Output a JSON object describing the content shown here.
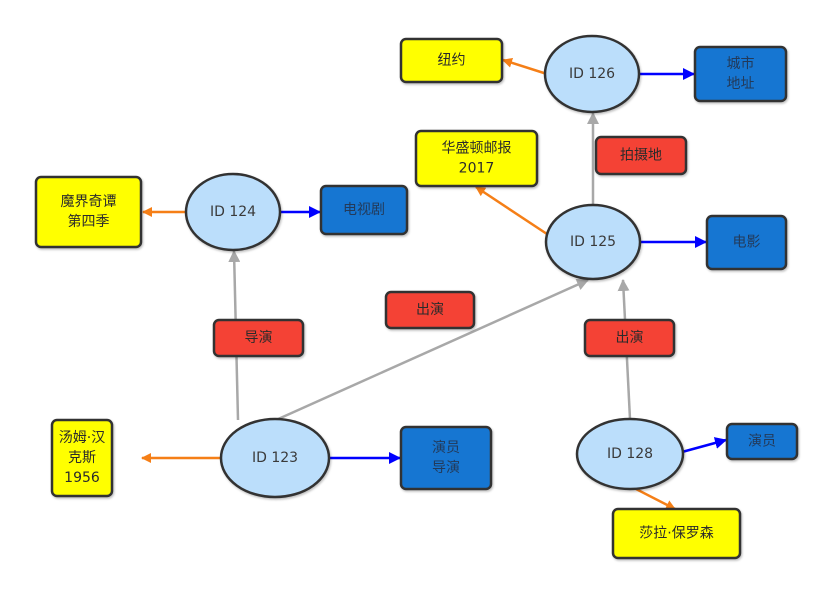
{
  "diagram": {
    "colors": {
      "entity_fill": "#bbdefb",
      "entity_stroke": "#333333",
      "attribute_fill": "#ffff00",
      "type_fill": "#1976d2",
      "relation_fill": "#f44336",
      "box_stroke": "#333333",
      "edge_attribute": "#f57f17",
      "edge_type": "#0000ff",
      "edge_relation": "#a8a8a8"
    },
    "entities": [
      {
        "id": "e123",
        "label": "ID 123"
      },
      {
        "id": "e124",
        "label": "ID 124"
      },
      {
        "id": "e125",
        "label": "ID 125"
      },
      {
        "id": "e126",
        "label": "ID 126"
      },
      {
        "id": "e128",
        "label": "ID 128"
      }
    ],
    "attributes": [
      {
        "id": "a123",
        "lines": [
          "汤姆·汉",
          "克斯",
          "1956"
        ]
      },
      {
        "id": "a124",
        "lines": [
          "魔界奇谭",
          "第四季"
        ]
      },
      {
        "id": "a125",
        "lines": [
          "华盛顿邮报",
          "2017"
        ]
      },
      {
        "id": "a126",
        "lines": [
          "纽约"
        ]
      },
      {
        "id": "a128",
        "lines": [
          "莎拉·保罗森"
        ]
      }
    ],
    "types": [
      {
        "id": "t123",
        "lines": [
          "演员",
          "导演"
        ]
      },
      {
        "id": "t124",
        "lines": [
          "电视剧"
        ]
      },
      {
        "id": "t125",
        "lines": [
          "电影"
        ]
      },
      {
        "id": "t126",
        "lines": [
          "城市",
          "地址"
        ]
      },
      {
        "id": "t128",
        "lines": [
          "演员"
        ]
      }
    ],
    "relations": [
      {
        "id": "r_direct",
        "label": "导演"
      },
      {
        "id": "r_actin1",
        "label": "出演"
      },
      {
        "id": "r_actin2",
        "label": "出演"
      },
      {
        "id": "r_location",
        "label": "拍摄地"
      }
    ],
    "edges": [
      {
        "from": "e123",
        "to": "a123",
        "kind": "attribute"
      },
      {
        "from": "e123",
        "to": "t123",
        "kind": "type"
      },
      {
        "from": "e123",
        "to": "e124",
        "kind": "relation",
        "label_ref": "r_direct"
      },
      {
        "from": "e123",
        "to": "e125",
        "kind": "relation",
        "label_ref": "r_actin1"
      },
      {
        "from": "e124",
        "to": "a124",
        "kind": "attribute"
      },
      {
        "from": "e124",
        "to": "t124",
        "kind": "type"
      },
      {
        "from": "e125",
        "to": "a125",
        "kind": "attribute"
      },
      {
        "from": "e125",
        "to": "t125",
        "kind": "type"
      },
      {
        "from": "e125",
        "to": "e126",
        "kind": "relation",
        "label_ref": "r_location"
      },
      {
        "from": "e126",
        "to": "a126",
        "kind": "attribute"
      },
      {
        "from": "e126",
        "to": "t126",
        "kind": "type"
      },
      {
        "from": "e128",
        "to": "a128",
        "kind": "attribute"
      },
      {
        "from": "e128",
        "to": "t128",
        "kind": "type"
      },
      {
        "from": "e128",
        "to": "e125",
        "kind": "relation",
        "label_ref": "r_actin2"
      }
    ]
  }
}
